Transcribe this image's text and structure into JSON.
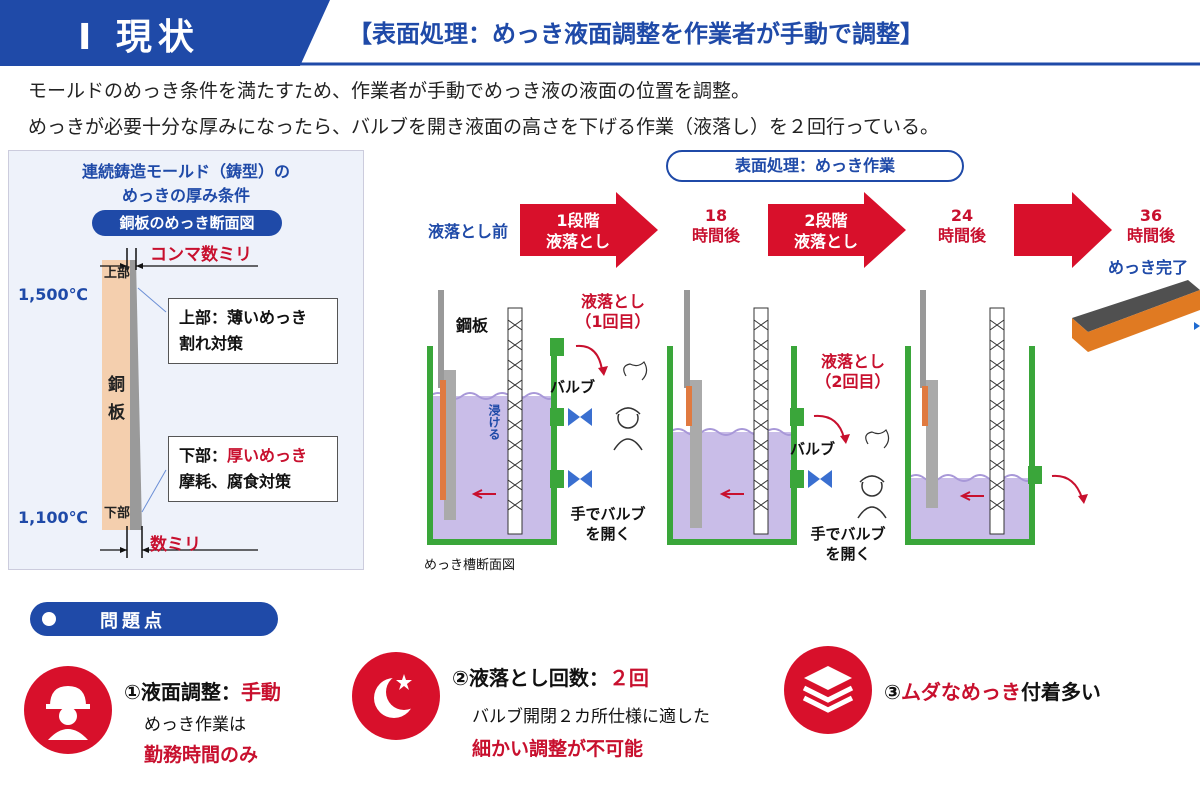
{
  "header": {
    "section": "Ⅰ 現状",
    "title": "【表面処理：めっき液面調整を作業者が手動で調整】",
    "intro": [
      "モールドのめっき条件を満たすため、作業者が手動でめっき液の液面の位置を調整。",
      "めっきが必要十分な厚みになったら、バルブを開き液面の高さを下げる作業（液落し）を２回行っている。"
    ]
  },
  "left_panel": {
    "title_line1": "連続鋳造モールド（鋳型）の",
    "title_line2": "めっきの厚み条件",
    "section_pill": "銅板のめっき断面図",
    "top_thickness": "コンマ数ミリ",
    "bottom_thickness": "数ミリ",
    "temp_top": "1,500℃",
    "temp_bottom": "1,100℃",
    "label_top": "上部",
    "label_bottom": "下部",
    "plate_label_1": "銅",
    "plate_label_2": "板",
    "callout_top_line1": "上部：薄いめっき",
    "callout_top_line2": "割れ対策",
    "callout_bottom_prefix": "下部：",
    "callout_bottom_red": "厚いめっき",
    "callout_bottom_line2": "摩耗、腐食対策"
  },
  "process": {
    "title": "表面処理：めっき作業",
    "before": "液落とし前",
    "arrow1_line1": "1段階",
    "arrow1_line2": "液落とし",
    "after18_num": "18",
    "after18_text": "時間後",
    "arrow2_line1": "2段階",
    "arrow2_line2": "液落とし",
    "after24_num": "24",
    "after24_text": "時間後",
    "after36_num": "36",
    "after36_text": "時間後",
    "complete": "めっき完了",
    "plate_label": "鋼板",
    "dip_label": "浸ける",
    "drain1_line1": "液落とし",
    "drain1_line2": "（1回目）",
    "drain2_line1": "液落とし",
    "drain2_line2": "（2回目）",
    "valve_label_1": "バルブ",
    "valve_label_2": "バルブ",
    "hand_valve_1_line1": "手でバルブ",
    "hand_valve_1_line2": "を開く",
    "hand_valve_2_line1": "手でバルブ",
    "hand_valve_2_line2": "を開く",
    "tank_caption": "めっき槽断面図"
  },
  "problems": {
    "pill": "問題点",
    "p1_head_prefix": "①液面調整：",
    "p1_head_red": "手動",
    "p1_body": "めっき作業は",
    "p1_red": "勤務時間のみ",
    "p2_head_prefix": "②液落とし回数：",
    "p2_head_red": "２回",
    "p2_body": "バルブ開閉２カ所仕様に適した",
    "p2_red_a": "細かい調整が",
    "p2_red_b": "不可能",
    "p3_prefix": "③",
    "p3_red": "ムダなめっき",
    "p3_suffix": "付着多い"
  },
  "colors": {
    "accent_blue": "#1f4aa8",
    "accent_red": "#c8102e",
    "tank_green": "#3aa63a",
    "liquid": "#c9bde8",
    "copper": "#e08040"
  }
}
